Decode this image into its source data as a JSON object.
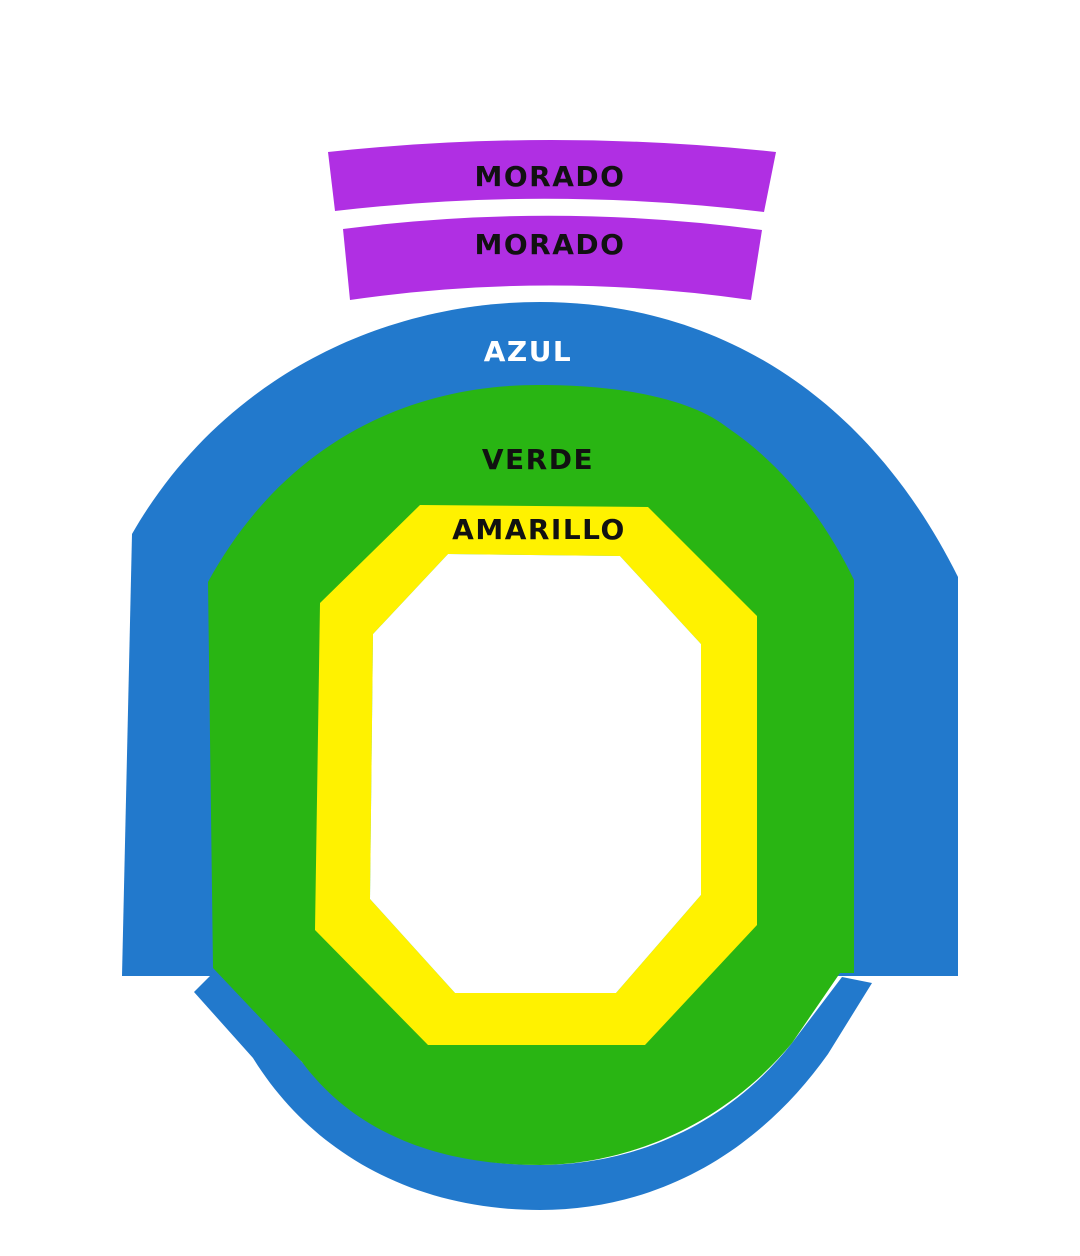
{
  "colors": {
    "morado": "#B02FE3",
    "azul": "#2279CC",
    "verde": "#29B513",
    "amarillo": "#FFF200",
    "field": "#FFFFFF",
    "label_dark": "#111111",
    "label_light": "#FFFFFF"
  },
  "sections": {
    "morado_upper": {
      "label": "MORADO"
    },
    "morado_lower": {
      "label": "MORADO"
    },
    "azul": {
      "label": "AZUL"
    },
    "verde": {
      "label": "VERDE"
    },
    "amarillo": {
      "label": "AMARILLO"
    }
  }
}
